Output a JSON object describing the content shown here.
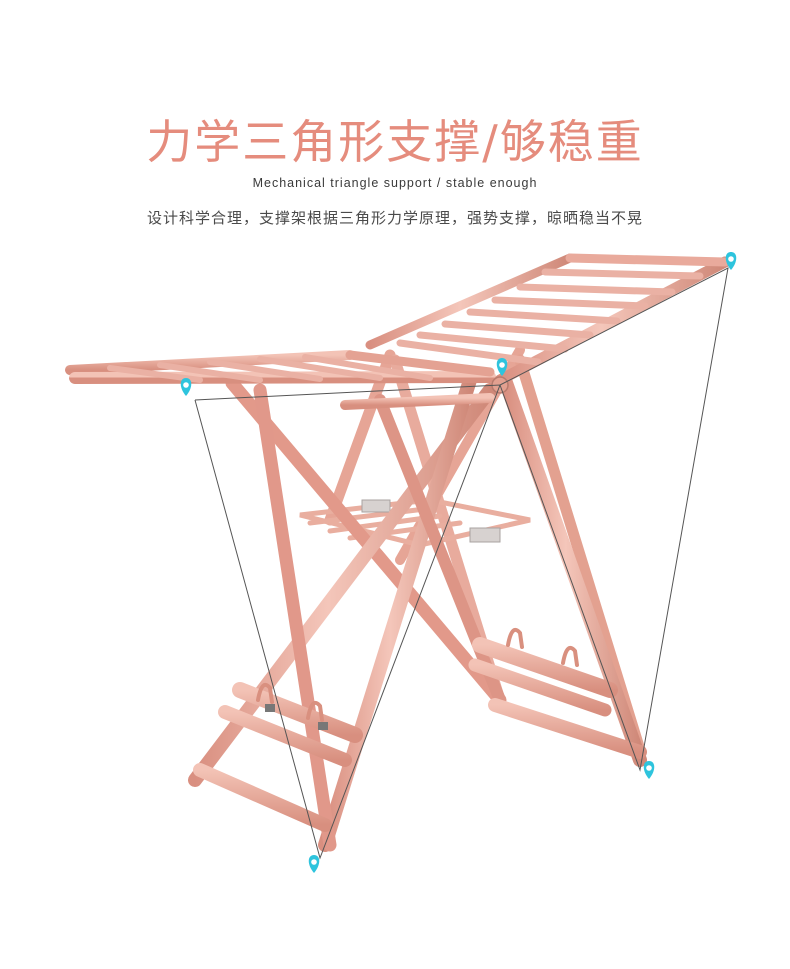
{
  "headline": {
    "title": "力学三角形支撑/够稳重",
    "subtitle": "Mechanical triangle support / stable enough",
    "description": "设计科学合理，支撑架根据三角形力学原理，强势支撑，晾晒稳当不晃"
  },
  "image": {
    "subject": "drying-rack-photo",
    "frame_color": "#e8a898",
    "marker_color": "#2ec4dd"
  }
}
